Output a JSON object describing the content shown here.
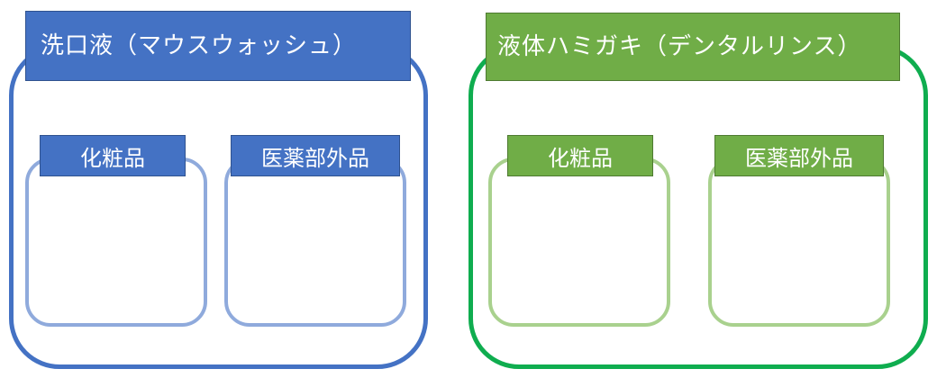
{
  "groups": [
    {
      "title": "洗口液（マウスウォッシュ）",
      "categories": [
        "化粧品",
        "医薬部外品"
      ],
      "colors": {
        "main": "#4472c4",
        "sub": "#8faadc"
      }
    },
    {
      "title": "液体ハミガキ（デンタルリンス）",
      "categories": [
        "化粧品",
        "医薬部外品"
      ],
      "colors": {
        "main": "#70ad47",
        "outline": "#0fad4f",
        "sub": "#a9d18e"
      }
    }
  ]
}
